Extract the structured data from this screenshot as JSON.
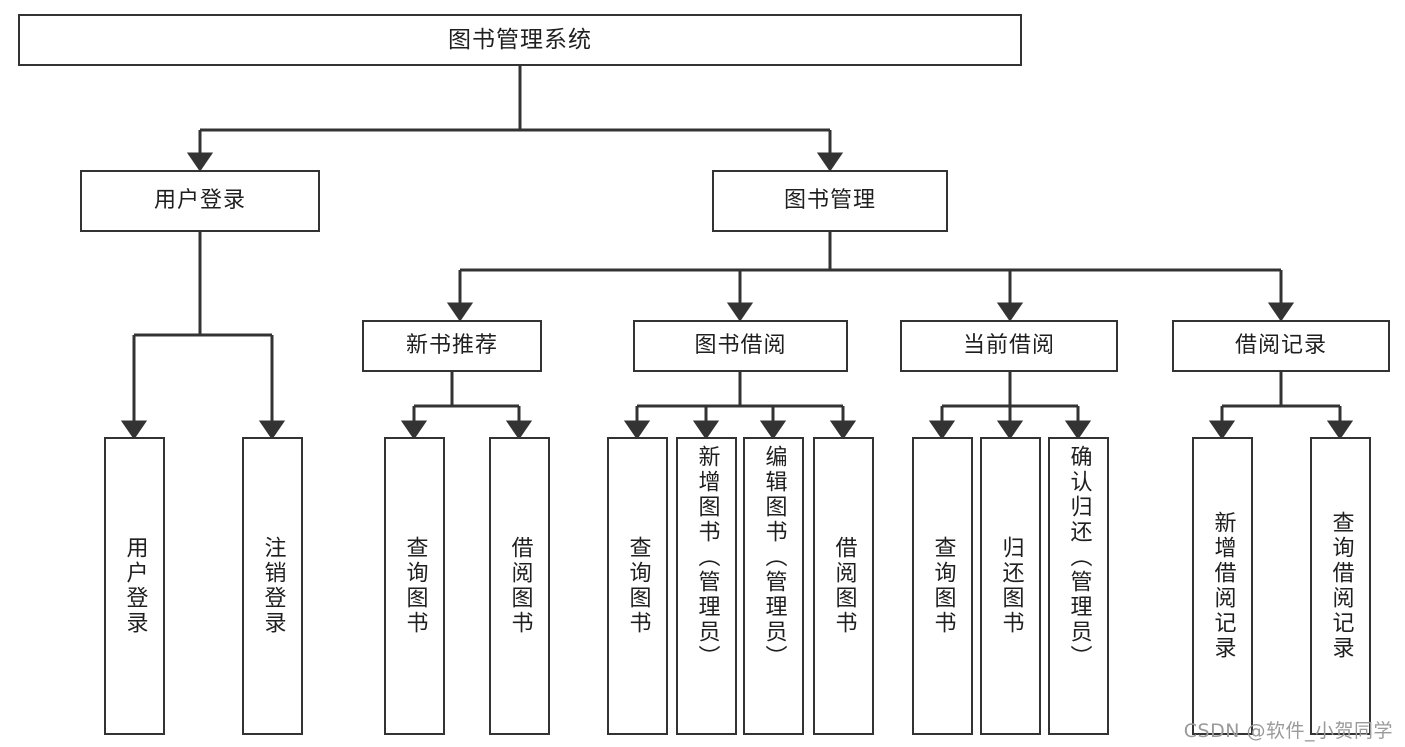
{
  "diagram": {
    "title": "图书管理系统",
    "type": "功能结构图",
    "root": {
      "id": "root",
      "label": "图书管理系统"
    },
    "level2": [
      {
        "id": "user-login",
        "label": "用户登录"
      },
      {
        "id": "book-manage",
        "label": "图书管理"
      }
    ],
    "level3": [
      {
        "id": "new-book-rec",
        "label": "新书推荐"
      },
      {
        "id": "book-borrow",
        "label": "图书借阅"
      },
      {
        "id": "current-borrow",
        "label": "当前借阅"
      },
      {
        "id": "borrow-record",
        "label": "借阅记录"
      }
    ],
    "leaves": [
      {
        "id": "leaf-1",
        "parent": "user-login",
        "label": "用户登录"
      },
      {
        "id": "leaf-2",
        "parent": "user-login",
        "label": "注销登录"
      },
      {
        "id": "leaf-3",
        "parent": "new-book-rec",
        "label": "查询图书"
      },
      {
        "id": "leaf-4",
        "parent": "new-book-rec",
        "label": "借阅图书"
      },
      {
        "id": "leaf-5",
        "parent": "book-borrow",
        "label": "查询图书"
      },
      {
        "id": "leaf-6",
        "parent": "book-borrow",
        "label": "新增图书（管理员）"
      },
      {
        "id": "leaf-7",
        "parent": "book-borrow",
        "label": "编辑图书（管理员）"
      },
      {
        "id": "leaf-8",
        "parent": "book-borrow",
        "label": "借阅图书"
      },
      {
        "id": "leaf-9",
        "parent": "current-borrow",
        "label": "查询图书"
      },
      {
        "id": "leaf-10",
        "parent": "current-borrow",
        "label": "归还图书"
      },
      {
        "id": "leaf-11",
        "parent": "current-borrow",
        "label": "确认归还（管理员）"
      },
      {
        "id": "leaf-12",
        "parent": "borrow-record",
        "label": "新增借阅记录"
      },
      {
        "id": "leaf-13",
        "parent": "borrow-record",
        "label": "查询借阅记录"
      }
    ]
  },
  "watermark": {
    "text": "CSDN @软件_小贺同学"
  },
  "colors": {
    "stroke": "#333333",
    "box_fill": "#ffffff",
    "text": "#1f1f1f",
    "watermark": "#9a9a9a",
    "background": "#ffffff"
  }
}
